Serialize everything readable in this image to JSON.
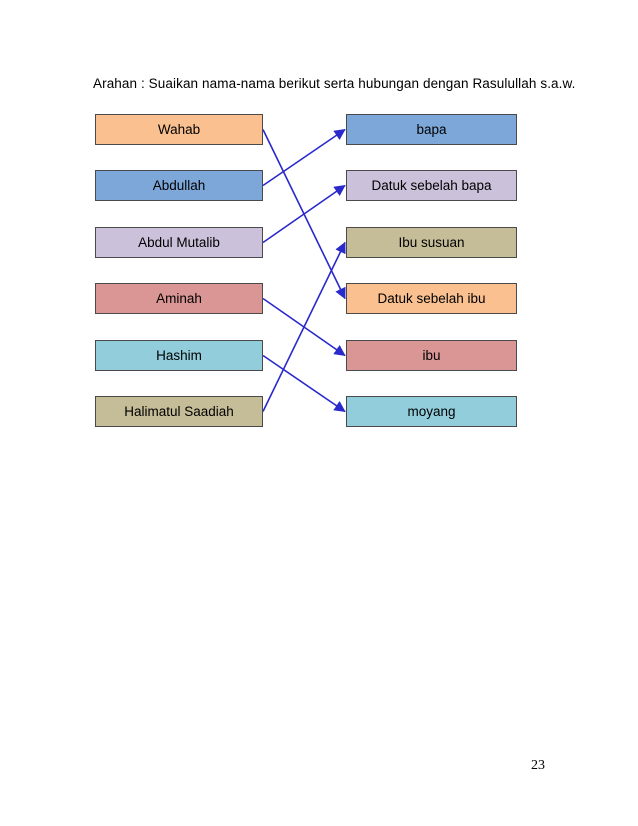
{
  "page": {
    "instruction": "Arahan : Suaikan nama-nama berikut serta hubungan dengan Rasulullah s.a.w.",
    "page_number": "23"
  },
  "diagram": {
    "arrow_color": "#2929cc",
    "box_border_color": "#4a4a4a",
    "left_items": [
      {
        "id": "wahab",
        "label": "Wahab",
        "color": "#FAC090"
      },
      {
        "id": "abdullah",
        "label": "Abdullah",
        "color": "#7DA7D9"
      },
      {
        "id": "abdul-mutalib",
        "label": "Abdul Mutalib",
        "color": "#CCC1DA"
      },
      {
        "id": "aminah",
        "label": "Aminah",
        "color": "#D99694"
      },
      {
        "id": "hashim",
        "label": "Hashim",
        "color": "#92CDDC"
      },
      {
        "id": "halimatul-saadiah",
        "label": "Halimatul Saadiah",
        "color": "#C4BD97"
      }
    ],
    "right_items": [
      {
        "id": "bapa",
        "label": "bapa",
        "color": "#7DA7D9"
      },
      {
        "id": "datuk-sebelah-bapa",
        "label": "Datuk sebelah bapa",
        "color": "#CCC1DA"
      },
      {
        "id": "ibu-susuan",
        "label": "Ibu susuan",
        "color": "#C4BD97"
      },
      {
        "id": "datuk-sebelah-ibu",
        "label": "Datuk sebelah ibu",
        "color": "#FAC090"
      },
      {
        "id": "ibu",
        "label": "ibu",
        "color": "#D99694"
      },
      {
        "id": "moyang",
        "label": "moyang",
        "color": "#92CDDC"
      }
    ],
    "connections": [
      {
        "from": "wahab",
        "to": "datuk-sebelah-ibu"
      },
      {
        "from": "abdullah",
        "to": "bapa"
      },
      {
        "from": "abdul-mutalib",
        "to": "datuk-sebelah-bapa"
      },
      {
        "from": "aminah",
        "to": "ibu"
      },
      {
        "from": "hashim",
        "to": "moyang"
      },
      {
        "from": "halimatul-saadiah",
        "to": "ibu-susuan"
      }
    ]
  }
}
